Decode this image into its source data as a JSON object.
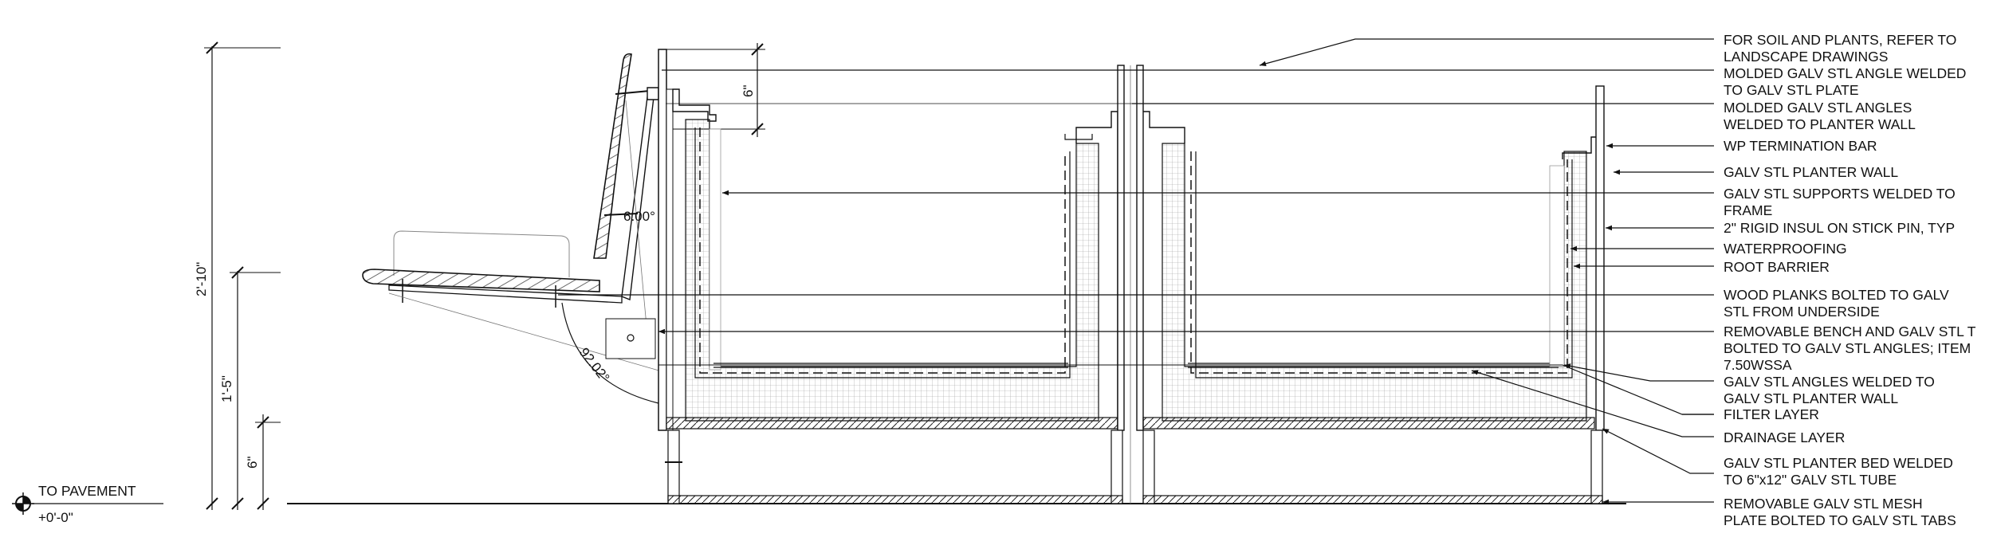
{
  "title": "",
  "elevation_marker": {
    "label": "TO PAVEMENT",
    "value": "+0'-0\""
  },
  "dimensions": {
    "overall_height": "2'-10\"",
    "bench_height": "1'-5\"",
    "base_height": "6\"",
    "top_offset": "6\"",
    "back_angle": "6.00°",
    "seat_angle": "92.02°"
  },
  "callouts": [
    {
      "lines": [
        "FOR SOIL AND PLANTS, REFER TO",
        "LANDSCAPE DRAWINGS"
      ]
    },
    {
      "lines": [
        "MOLDED GALV STL ANGLE WELDED",
        "TO GALV STL PLATE"
      ]
    },
    {
      "lines": [
        "MOLDED GALV STL ANGLES",
        "WELDED TO PLANTER WALL"
      ]
    },
    {
      "lines": [
        "WP TERMINATION BAR"
      ]
    },
    {
      "lines": [
        "GALV STL PLANTER WALL"
      ]
    },
    {
      "lines": [
        "GALV STL SUPPORTS WELDED TO",
        "FRAME"
      ]
    },
    {
      "lines": [
        "2\" RIGID INSUL ON STICK PIN, TYP"
      ]
    },
    {
      "lines": [
        "WATERPROOFING"
      ]
    },
    {
      "lines": [
        "ROOT BARRIER"
      ]
    },
    {
      "lines": [
        "WOOD PLANKS BOLTED TO GALV",
        "STL FROM UNDERSIDE"
      ]
    },
    {
      "lines": [
        "REMOVABLE BENCH AND GALV STL T",
        "BOLTED TO GALV STL ANGLES; ITEM",
        "7.50WSSA"
      ]
    },
    {
      "lines": [
        "GALV STL ANGLES WELDED TO",
        "GALV STL PLANTER WALL"
      ]
    },
    {
      "lines": [
        "FILTER LAYER"
      ]
    },
    {
      "lines": [
        "DRAINAGE LAYER"
      ]
    },
    {
      "lines": [
        "GALV STL PLANTER BED WELDED",
        "TO 6\"x12\" GALV STL TUBE"
      ]
    },
    {
      "lines": [
        "REMOVABLE GALV STL MESH",
        "PLATE BOLTED TO GALV STL TABS"
      ]
    }
  ]
}
